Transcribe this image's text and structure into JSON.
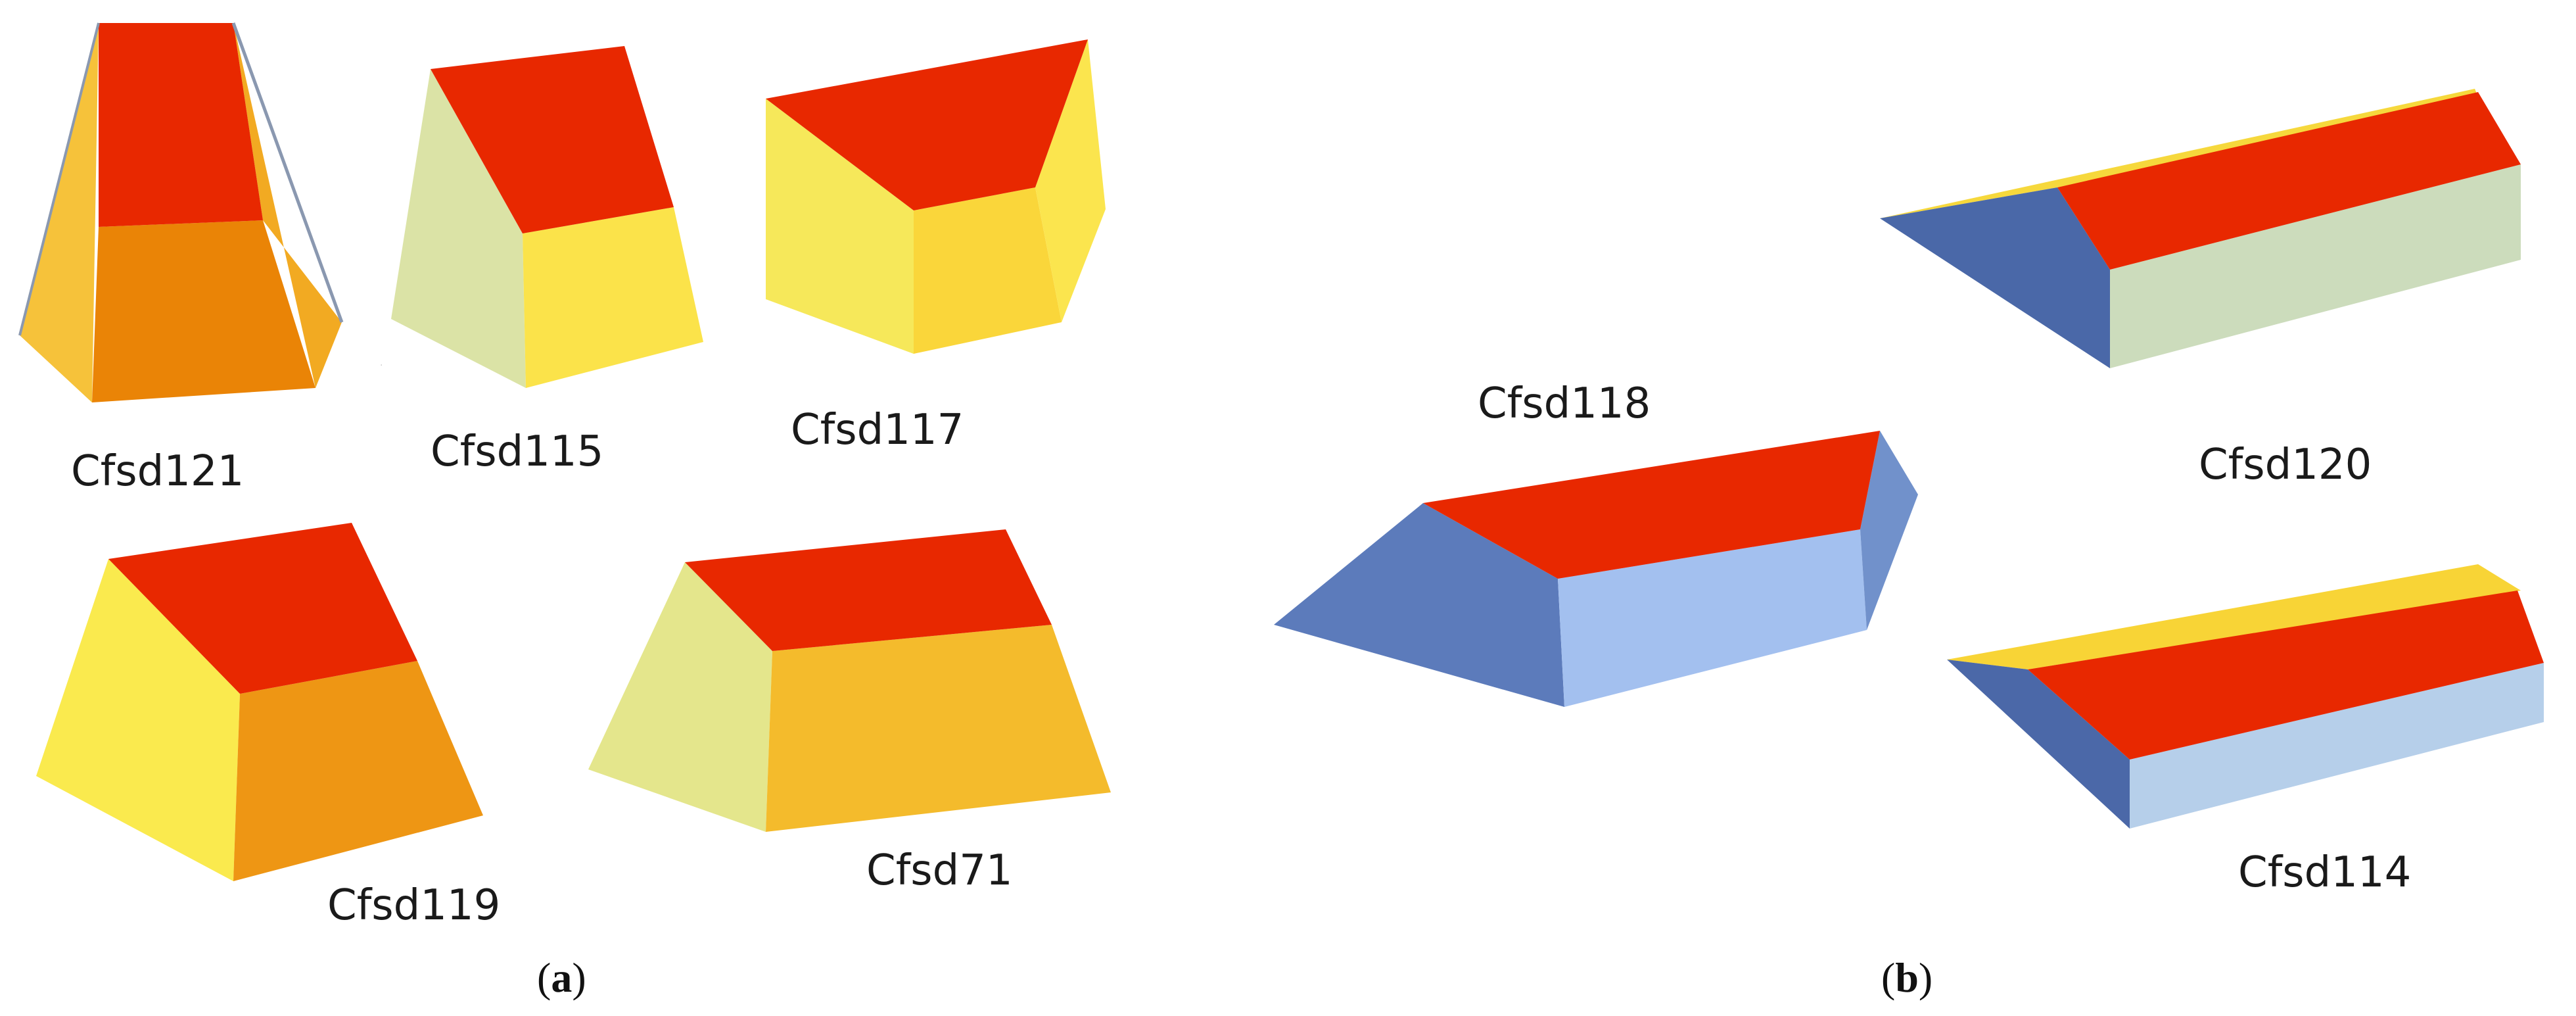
{
  "shapes": [
    {
      "name": "shape-cfsd121",
      "label": "Cfsd121"
    },
    {
      "name": "shape-cfsd115",
      "label": "Cfsd115"
    },
    {
      "name": "shape-cfsd117",
      "label": "Cfsd117"
    },
    {
      "name": "shape-cfsd119",
      "label": "Cfsd119"
    },
    {
      "name": "shape-cfsd71",
      "label": "Cfsd71"
    },
    {
      "name": "shape-cfsd118",
      "label": "Cfsd118"
    },
    {
      "name": "shape-cfsd120",
      "label": "Cfsd120"
    },
    {
      "name": "shape-cfsd114",
      "label": "Cfsd114"
    }
  ],
  "panels": {
    "a": {
      "open": "(",
      "letter": "a",
      "close": ")"
    },
    "b": {
      "open": "(",
      "letter": "b",
      "close": ")"
    }
  },
  "colors": {
    "roof": "#e82800",
    "yellow": "#f8e24a",
    "orange": "#ef8a0c",
    "amber": "#f4b630",
    "pale_green": "#dde4a8",
    "sage": "#c9d9b8",
    "blue": "#4c6aa8",
    "mid_blue": "#5e7fbd",
    "light_blue": "#a4c1ee",
    "pale_blue": "#b8cfe8"
  }
}
